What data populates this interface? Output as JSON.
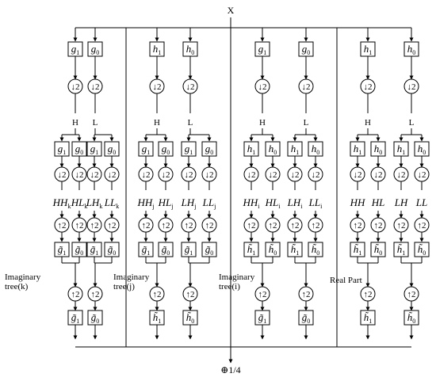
{
  "input_label": "X",
  "output_label": "⊕1/4",
  "trees": [
    {
      "label_lines": [
        "Imaginary",
        "tree(k)"
      ],
      "top_filters": [
        {
          "sym": "g",
          "sub": "1"
        },
        {
          "sym": "g",
          "sub": "0"
        }
      ],
      "top_outputs": [
        "H",
        "L"
      ],
      "mid_filters": [
        {
          "sym": "g",
          "sub": "1"
        },
        {
          "sym": "g",
          "sub": "0"
        },
        {
          "sym": "g",
          "sub": "1"
        },
        {
          "sym": "g",
          "sub": "0"
        }
      ],
      "subbands": [
        {
          "sym": "HH",
          "sub": "k"
        },
        {
          "sym": "HL",
          "sub": "k"
        },
        {
          "sym": "LH",
          "sub": "k"
        },
        {
          "sym": "LL",
          "sub": "k"
        }
      ],
      "syn_filters": [
        {
          "sym": "g̃",
          "sub": "1"
        },
        {
          "sym": "g̃",
          "sub": "0"
        },
        {
          "sym": "g̃",
          "sub": "1"
        },
        {
          "sym": "g̃",
          "sub": "0"
        }
      ],
      "final_filters": [
        {
          "sym": "g̃",
          "sub": "1"
        },
        {
          "sym": "g̃",
          "sub": "0"
        }
      ]
    },
    {
      "label_lines": [
        "Imaginary",
        "tree(j)"
      ],
      "top_filters": [
        {
          "sym": "h",
          "sub": "1"
        },
        {
          "sym": "h",
          "sub": "0"
        }
      ],
      "top_outputs": [
        "H",
        "L"
      ],
      "mid_filters": [
        {
          "sym": "g",
          "sub": "1"
        },
        {
          "sym": "g",
          "sub": "0"
        },
        {
          "sym": "g",
          "sub": "1"
        },
        {
          "sym": "g",
          "sub": "0"
        }
      ],
      "subbands": [
        {
          "sym": "HH",
          "sub": "j"
        },
        {
          "sym": "HL",
          "sub": "j"
        },
        {
          "sym": "LH",
          "sub": "j"
        },
        {
          "sym": "LL",
          "sub": "j"
        }
      ],
      "syn_filters": [
        {
          "sym": "g̃",
          "sub": "1"
        },
        {
          "sym": "g̃",
          "sub": "0"
        },
        {
          "sym": "g̃",
          "sub": "1"
        },
        {
          "sym": "g̃",
          "sub": "0"
        }
      ],
      "final_filters": [
        {
          "sym": "h̃",
          "sub": "1"
        },
        {
          "sym": "h̃",
          "sub": "0"
        }
      ]
    },
    {
      "label_lines": [
        "Imaginary",
        "tree(i)"
      ],
      "top_filters": [
        {
          "sym": "g",
          "sub": "1"
        },
        {
          "sym": "g",
          "sub": "0"
        }
      ],
      "top_outputs": [
        "H",
        "L"
      ],
      "mid_filters": [
        {
          "sym": "h",
          "sub": "1"
        },
        {
          "sym": "h",
          "sub": "0"
        },
        {
          "sym": "h",
          "sub": "1"
        },
        {
          "sym": "h",
          "sub": "0"
        }
      ],
      "subbands": [
        {
          "sym": "HH",
          "sub": "i"
        },
        {
          "sym": "HL",
          "sub": "i"
        },
        {
          "sym": "LH",
          "sub": "i"
        },
        {
          "sym": "LL",
          "sub": "i"
        }
      ],
      "syn_filters": [
        {
          "sym": "h̃",
          "sub": "1"
        },
        {
          "sym": "h̃",
          "sub": "0"
        },
        {
          "sym": "h̃",
          "sub": "1"
        },
        {
          "sym": "h̃",
          "sub": "0"
        }
      ],
      "final_filters": [
        {
          "sym": "g̃",
          "sub": "1"
        },
        {
          "sym": "g̃",
          "sub": "0"
        }
      ]
    },
    {
      "label_lines": [
        "Real Part"
      ],
      "top_filters": [
        {
          "sym": "h",
          "sub": "1"
        },
        {
          "sym": "h",
          "sub": "0"
        }
      ],
      "top_outputs": [
        "H",
        "L"
      ],
      "mid_filters": [
        {
          "sym": "h",
          "sub": "1"
        },
        {
          "sym": "h",
          "sub": "0"
        },
        {
          "sym": "h",
          "sub": "1"
        },
        {
          "sym": "h",
          "sub": "0"
        }
      ],
      "subbands": [
        {
          "sym": "HH",
          "sub": ""
        },
        {
          "sym": "HL",
          "sub": ""
        },
        {
          "sym": "LH",
          "sub": ""
        },
        {
          "sym": "LL",
          "sub": ""
        }
      ],
      "syn_filters": [
        {
          "sym": "h̃",
          "sub": "1"
        },
        {
          "sym": "h̃",
          "sub": "0"
        },
        {
          "sym": "h̃",
          "sub": "1"
        },
        {
          "sym": "h̃",
          "sub": "0"
        }
      ],
      "final_filters": [
        {
          "sym": "h̃",
          "sub": "1"
        },
        {
          "sym": "h̃",
          "sub": "0"
        }
      ]
    }
  ],
  "downsample_op": "↓2",
  "upsample_op": "↑2"
}
